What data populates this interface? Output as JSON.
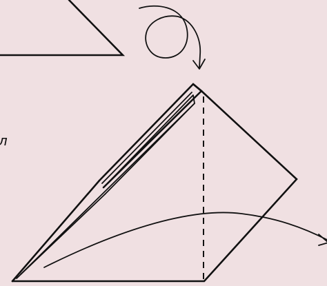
{
  "figure": {
    "side_label": "л",
    "colors": {
      "background": "#f0e0e2",
      "ink": "#111111"
    },
    "symbols": [
      "turn-over-arrow-icon",
      "fold-line",
      "valley-fold-dashed-line",
      "movement-arc-arrow"
    ]
  }
}
